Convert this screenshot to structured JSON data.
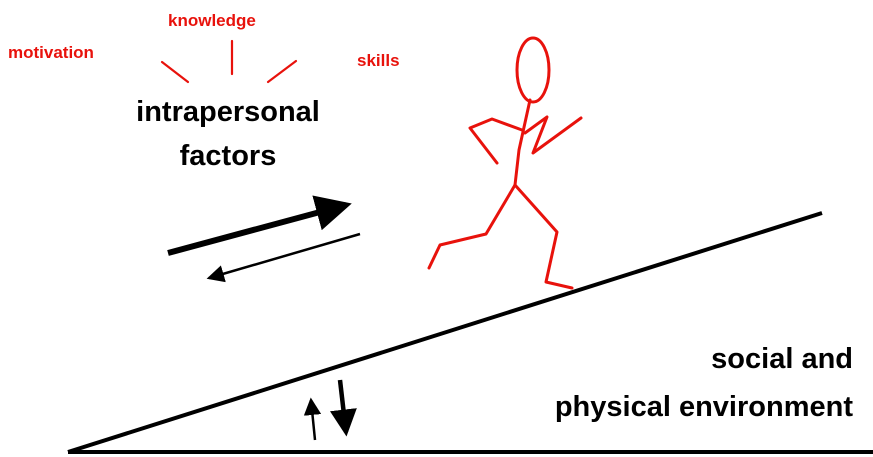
{
  "colors": {
    "accent": "#e8120c",
    "ink": "#000000",
    "background": "#ffffff"
  },
  "labels": {
    "motivation": "motivation",
    "knowledge": "knowledge",
    "skills": "skills",
    "intrapersonal_line1": "intrapersonal",
    "intrapersonal_line2": "factors",
    "environment_line1": "social and",
    "environment_line2": "physical environment"
  },
  "icons": {
    "figure": "running-stick-figure",
    "forward_arrow": "thick-right-arrow",
    "backward_arrow": "thin-left-arrow",
    "up_arrow": "thin-up-arrow",
    "down_arrow": "thick-down-arrow"
  }
}
